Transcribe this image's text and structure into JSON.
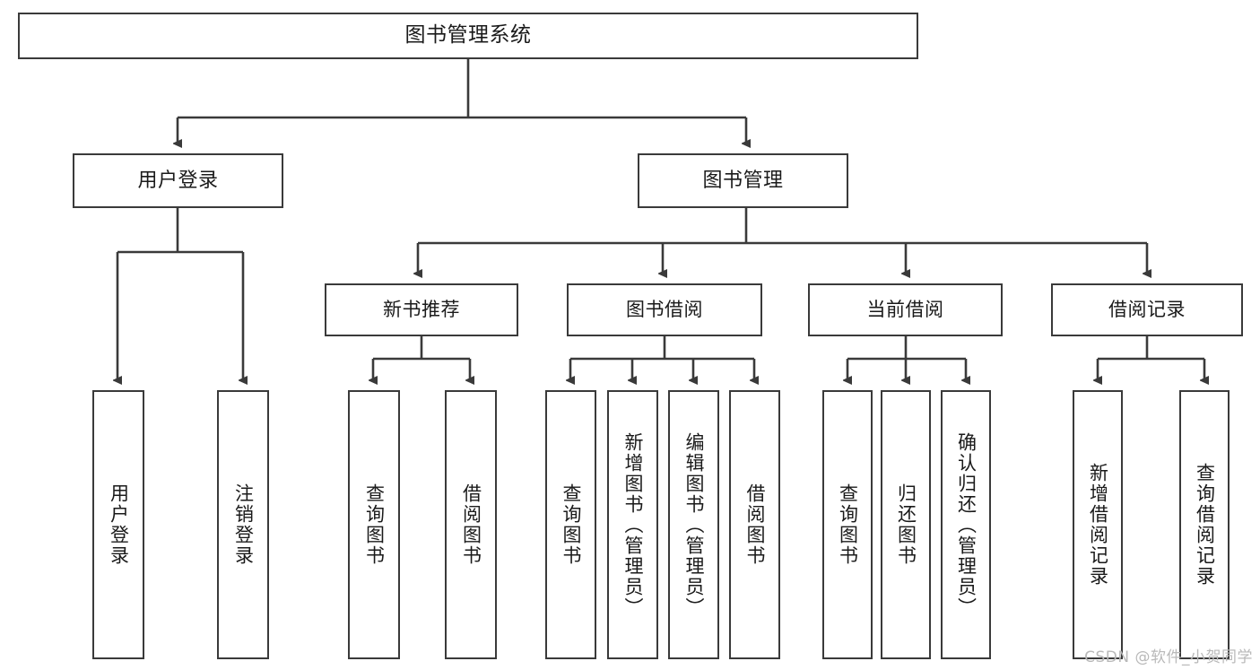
{
  "diagram": {
    "type": "tree-hierarchy",
    "title": "图书管理系统",
    "root": {
      "label": "图书管理系统"
    },
    "level1": [
      {
        "label": "用户登录"
      },
      {
        "label": "图书管理"
      }
    ],
    "level2": [
      {
        "label": "新书推荐"
      },
      {
        "label": "图书借阅"
      },
      {
        "label": "当前借阅"
      },
      {
        "label": "借阅记录"
      }
    ],
    "leaves": {
      "user_login": [
        {
          "label": "用户登录"
        },
        {
          "label": "注销登录"
        }
      ],
      "new_book_recommend": [
        {
          "label": "查询图书"
        },
        {
          "label": "借阅图书"
        }
      ],
      "book_borrow": [
        {
          "label": "查询图书"
        },
        {
          "label": "新增图书（管理员）"
        },
        {
          "label": "编辑图书（管理员）"
        },
        {
          "label": "借阅图书"
        }
      ],
      "current_borrow": [
        {
          "label": "查询图书"
        },
        {
          "label": "归还图书"
        },
        {
          "label": "确认归还（管理员）"
        }
      ],
      "borrow_record": [
        {
          "label": "新增借阅记录"
        },
        {
          "label": "查询借阅记录"
        }
      ]
    }
  },
  "watermark": {
    "text": "CSDN @软件_小贺同学"
  },
  "colors": {
    "stroke": "#3a3a3a",
    "background": "#ffffff",
    "text": "#1a1a1a",
    "watermark": "#b9b9b9"
  }
}
